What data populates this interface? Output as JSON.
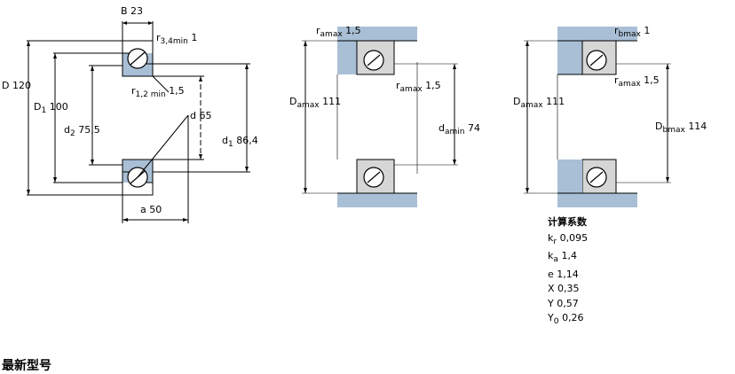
{
  "fig1": {
    "b_label": "B",
    "b_value": "23",
    "r34_label": "r",
    "r34_sub": "3,4min",
    "r34_value": "1",
    "r12_label": "r",
    "r12_sub": "1,2 min",
    "r12_value": "1,5",
    "D_label": "D",
    "D_value": "120",
    "D1_label": "D",
    "D1_sub": "1",
    "D1_value": "100",
    "d2_label": "d",
    "d2_sub": "2",
    "d2_value": "75,5",
    "d_label": "d",
    "d_value": "65",
    "d1_label": "d",
    "d1_sub": "1",
    "d1_value": "86,4",
    "a_label": "a",
    "a_value": "50"
  },
  "fig2": {
    "ramax_top_label": "r",
    "ramax_top_sub": "amax",
    "ramax_top_value": "1,5",
    "ramax_mid_label": "r",
    "ramax_mid_sub": "amax",
    "ramax_mid_value": "1,5",
    "Damax_label": "D",
    "Damax_sub": "amax",
    "Damax_value": "111",
    "damin_label": "d",
    "damin_sub": "amin",
    "damin_value": "74"
  },
  "fig3": {
    "rbmax_label": "r",
    "rbmax_sub": "bmax",
    "rbmax_value": "1",
    "ramax_label": "r",
    "ramax_sub": "amax",
    "ramax_value": "1,5",
    "Damax_label": "D",
    "Damax_sub": "amax",
    "Damax_value": "111",
    "Dbmax_label": "D",
    "Dbmax_sub": "bmax",
    "Dbmax_value": "114"
  },
  "factors": {
    "title": "计算系数",
    "rows": [
      {
        "sym": "k",
        "sub": "r",
        "value": "0,095"
      },
      {
        "sym": "k",
        "sub": "a",
        "value": "1,4"
      },
      {
        "sym": "e",
        "sub": "",
        "value": "1,14"
      },
      {
        "sym": "X",
        "sub": "",
        "value": "0,35"
      },
      {
        "sym": "Y",
        "sub": "",
        "value": "0,57"
      },
      {
        "sym": "Y",
        "sub": "0",
        "value": "0,26"
      }
    ]
  },
  "footer": {
    "text": "最新型号"
  },
  "colors": {
    "housing": "#a9bfd6",
    "shaft": "#a9bfd6",
    "ring_fill": "#d6d6d6",
    "outline": "#000000"
  }
}
